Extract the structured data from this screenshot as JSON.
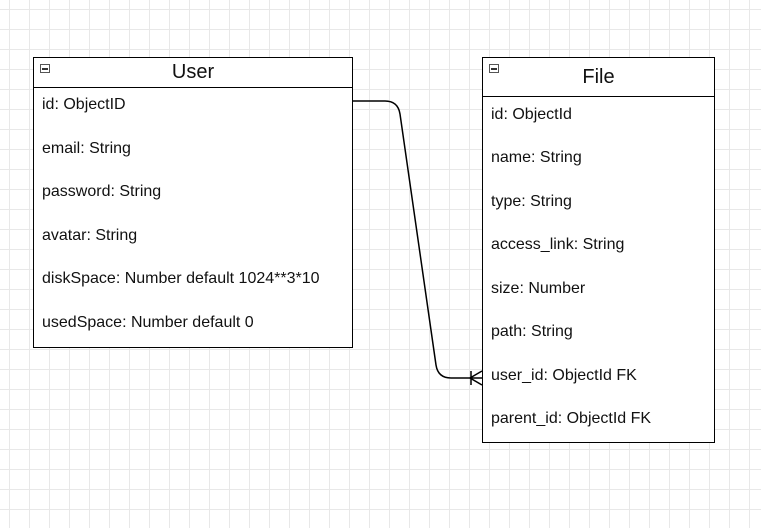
{
  "entities": {
    "user": {
      "title": "User",
      "fields": [
        "id: ObjectID",
        "email: String",
        "password: String",
        "avatar: String",
        "diskSpace: Number default 1024**3*10",
        "usedSpace: Number default 0"
      ]
    },
    "file": {
      "title": "File",
      "fields": [
        "id: ObjectId",
        "name: String",
        "type: String",
        "access_link: String",
        "size: Number",
        "path: String",
        "user_id: ObjectId FK",
        "parent_id: ObjectId FK"
      ]
    }
  },
  "relationships": [
    {
      "from": "User.id",
      "to": "File.user_id",
      "cardinality": "one-to-many"
    }
  ],
  "colors": {
    "grid": "#e8e8e8",
    "stroke": "#000000",
    "background": "#ffffff"
  }
}
